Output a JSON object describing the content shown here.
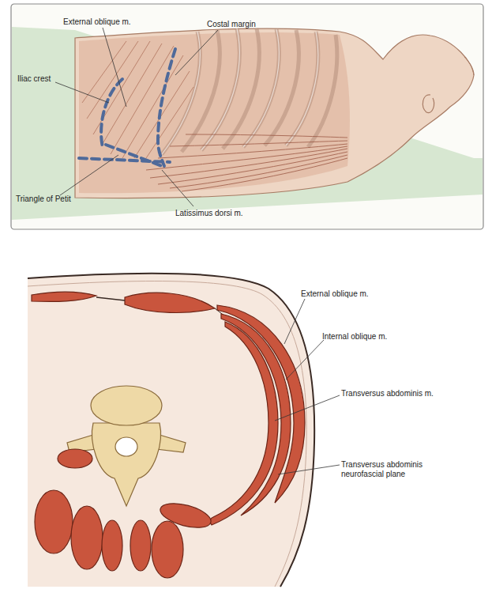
{
  "diagram": {
    "labels": [
      "External oblique m.",
      "Costal margin",
      "Iliac crest",
      "Triangle of Petit",
      "Latissimus dorsi m.",
      "External oblique m.",
      "Internal oblique m.",
      "Transversus abdominis m.",
      "Transversus abdominis neurofascial plane"
    ]
  }
}
